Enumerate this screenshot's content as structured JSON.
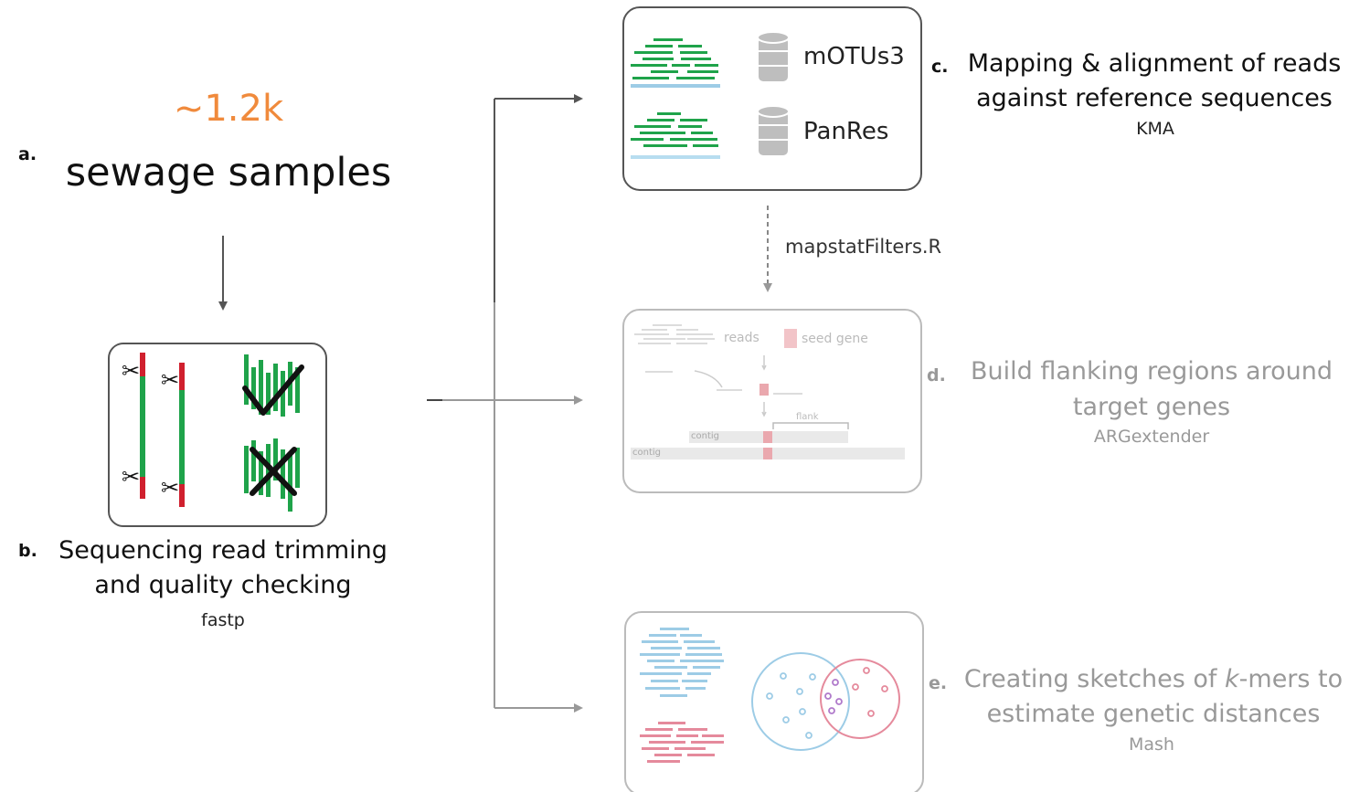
{
  "step_a": {
    "letter": "a.",
    "count": "~1.2k",
    "title": "sewage samples",
    "accent_color": "#F08A3C"
  },
  "step_b": {
    "letter": "b.",
    "title_line1": "Sequencing read trimming",
    "title_line2": "and quality checking",
    "tool": "fastp"
  },
  "step_c": {
    "letter": "c.",
    "title_line1": "Mapping & alignment of reads",
    "title_line2": "against reference sequences",
    "tool": "KMA",
    "db1": "mOTUs3",
    "db2": "PanRes"
  },
  "filter_label": "mapstatFilters.R",
  "step_d": {
    "letter": "d.",
    "title_line1": "Build flanking regions around",
    "title_line2": "target genes",
    "tool": "ARGextender",
    "reads_label": "reads",
    "seed_label": "seed gene",
    "flank_label": "flank",
    "contig_label": "contig"
  },
  "step_e": {
    "letter": "e.",
    "title_part1": "Creating sketches of ",
    "title_italic": "k",
    "title_part2": "-mers to",
    "title_line2": "estimate genetic distances",
    "tool": "Mash"
  },
  "colors": {
    "read_green": "#1FA34A",
    "read_blue": "#9DCCE6",
    "read_pink": "#E58A9C",
    "trim_red": "#D0202E",
    "faded_text": "#999999",
    "box_border": "#555555",
    "db_grey": "#BEBEBE"
  }
}
